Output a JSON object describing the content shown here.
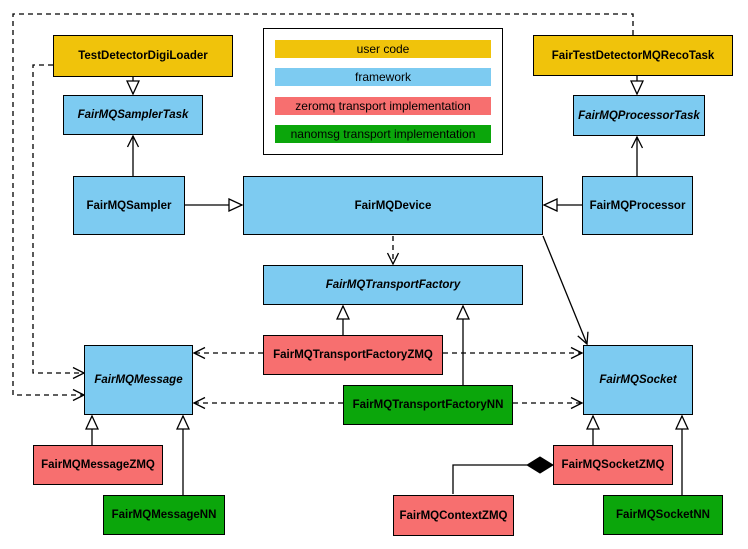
{
  "nodes": {
    "testDetectorDigiLoader": {
      "label": "TestDetectorDigiLoader",
      "type": "user_code"
    },
    "fairTestDetectorMQRecoTask": {
      "label": "FairTestDetectorMQRecoTask",
      "type": "user_code"
    },
    "fairMQSamplerTask": {
      "label": "FairMQSamplerTask",
      "type": "framework",
      "abstract": true
    },
    "fairMQProcessorTask": {
      "label": "FairMQProcessorTask",
      "type": "framework",
      "abstract": true
    },
    "fairMQSampler": {
      "label": "FairMQSampler",
      "type": "framework"
    },
    "fairMQDevice": {
      "label": "FairMQDevice",
      "type": "framework"
    },
    "fairMQProcessor": {
      "label": "FairMQProcessor",
      "type": "framework"
    },
    "fairMQTransportFactory": {
      "label": "FairMQTransportFactory",
      "type": "framework",
      "abstract": true
    },
    "fairMQTransportFactoryZMQ": {
      "label": "FairMQTransportFactoryZMQ",
      "type": "zeromq"
    },
    "fairMQTransportFactoryNN": {
      "label": "FairMQTransportFactoryNN",
      "type": "nanomsg"
    },
    "fairMQMessage": {
      "label": "FairMQMessage",
      "type": "framework",
      "abstract": true
    },
    "fairMQSocket": {
      "label": "FairMQSocket",
      "type": "framework",
      "abstract": true
    },
    "fairMQMessageZMQ": {
      "label": "FairMQMessageZMQ",
      "type": "zeromq"
    },
    "fairMQMessageNN": {
      "label": "FairMQMessageNN",
      "type": "nanomsg"
    },
    "fairMQContextZMQ": {
      "label": "FairMQContextZMQ",
      "type": "zeromq"
    },
    "fairMQSocketZMQ": {
      "label": "FairMQSocketZMQ",
      "type": "zeromq"
    },
    "fairMQSocketNN": {
      "label": "FairMQSocketNN",
      "type": "nanomsg"
    }
  },
  "legend": {
    "items": [
      {
        "label": "user code",
        "type": "user_code"
      },
      {
        "label": "framework",
        "type": "framework"
      },
      {
        "label": "zeromq transport implementation",
        "type": "zeromq"
      },
      {
        "label": "nanomsg transport implementation",
        "type": "nanomsg"
      }
    ]
  },
  "colors": {
    "user_code": "#F0C30B",
    "framework": "#7DCBF1",
    "zeromq": "#F76F6F",
    "nanomsg": "#0BA60B",
    "border": "#000000",
    "background": "#FFFFFF"
  }
}
